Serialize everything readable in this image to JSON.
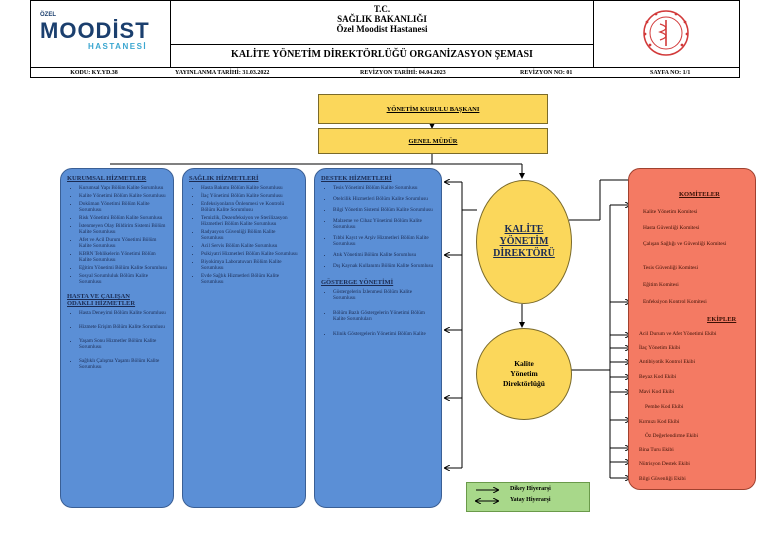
{
  "header": {
    "logo_top": "ÖZEL",
    "logo_main": "MOODİST",
    "logo_sub": "HASTANESİ",
    "title_line1": "T.C.",
    "title_line2": "SAĞLIK BAKANLIĞI",
    "title_line3": "Özel Moodist Hastanesi",
    "doc_title": "KALİTE YÖNETİM DİREKTÖRLÜĞÜ ORGANİZASYON ŞEMASI",
    "kod": "KODU: KY.YD.38",
    "yayin": "YAYINLANMA TARİHİ: 31.03.2022",
    "rev_tarih": "REVİZYON TARİHİ: 04.04.2023",
    "rev_no": "REVİZYON NO: 01",
    "sayfa": "SAYFA NO: 1/1"
  },
  "top": {
    "board": "YÖNETİM KURULU BAŞKANI",
    "gm": "GENEL MÜDÜR"
  },
  "kurumsal": {
    "title": "KURUMSAL HİZMETLER",
    "items": [
      "Kurumsal Yapı Bölüm Kalite Sorumlusu",
      "Kalite Yönetimi Bölüm Kalite Sorumlusu",
      "Doküman Yönetimi Bölüm Kalite Sorumlusu",
      "Risk Yönetimi Bölüm Kalite Sorumlusu",
      "İstenmeyen Olay Bildirim Sistemi Bölüm Kalite Sorumlusu",
      "Afet ve Acil Durum Yönetimi Bölüm Kalite Sorumlusu",
      "KBRN Tehlikelerin Yönetimi Bölüm Kalite Sorumlusu",
      "Eğitim Yönetimi Bölüm Kalite Sorumlusu",
      "Sosyal Sorumluluk Bölüm Kalite Sorumlusu"
    ],
    "title2a": "HASTA VE ÇALIŞAN",
    "title2b": "ODAKLI HİZMETLER",
    "items2": [
      "Hasta Deneyimi Bölüm Kalite Sorumlusu",
      "Hizmete Erişim Bölüm Kalite Sorumlusu",
      "Yaşam Sonu Hizmetler Bölüm Kalite Sorumlusu",
      "Sağlıklı Çalışma Yaşamı Bölüm Kalite Sorumlusu"
    ]
  },
  "saglik": {
    "title": "SAĞLIK HİZMETLERİ",
    "items": [
      "Hasta Bakımı Bölüm Kalite Sorumlusu",
      "İlaç Yönetimi Bölüm Kalite Sorumlusu",
      "Enfeksiyonların Önlenmesi ve Kontrolü Bölüm Kalite Sorumlusu",
      "Temizlik, Dezenfeksiyon ve Sterilizasyon Hizmetleri Bölüm Kalite Sorumlusu",
      "Radyasyon Güvenliği Bölüm Kalite Sorumlusu",
      "Acil Servis Bölüm Kalite Sorumlusu",
      "Psikiyatri Hizmetleri Bölüm Kalite Sorumlusu",
      "Biyokimya Laboratuvarı Bölüm Kalite Sorumlusu",
      "Evde Sağlık Hizmetleri Bölüm Kalite Sorumlusu"
    ]
  },
  "destek": {
    "title": "DESTEK HİZMETLERİ",
    "items": [
      "Tesis Yönetimi Bölüm Kalite Sorumlusu",
      "Otelcilik Hizmetleri Bölüm Kalite Sorumlusu",
      "Bilgi Yönetim Sistemi Bölüm Kalite Sorumlusu",
      "Malzeme ve Cihaz Yönetimi Bölüm Kalite Sorumlusu",
      "Tıbbi Kayıt ve Arşiv Hizmetleri Bölüm Kalite Sorumlusu",
      "Atık Yönetimi Bölüm Kalite Sorumlusu",
      "Dış Kaynak Kullanımı Bölüm Kalite Sorumlusu"
    ],
    "title2": "GÖSTERGE YÖNETİMİ",
    "items2": [
      "Göstergelerin İzlenmesi Bölüm Kalite Sorumlusu",
      "Bölüm Bazlı Göstergelerin Yönetimi Bölüm Kalite Sorumluları",
      "Klinik Göstergelerin Yönetimi Bölüm Kalite"
    ]
  },
  "circle1": {
    "l1": "KALİTE",
    "l2": "YÖNETİM",
    "l3": "DİREKTÖRÜ"
  },
  "circle2": {
    "l1": "Kalite",
    "l2": "Yönetim",
    "l3": "Direktörlüğü"
  },
  "komiteler": {
    "title": "KOMİTELER",
    "items": [
      "Kalite Yönetim Komitesi",
      "Hasta Güvenliği Komitesi",
      "Çalışan Sağlığı ve Güvenliği Komitesi",
      "Tesis Güvenliği Komitesi",
      "Eğitim Komitesi",
      "Enfeksiyon Kontrol Komitesi"
    ],
    "title2": "EKİPLER",
    "items2": [
      "Acil Durum ve Afet Yönetimi Ekibi",
      "İlaç Yönetim Ekibi",
      "Antibiyotik Kontrol Ekibi",
      "Beyaz Kod Ekibi",
      "Mavi Kod Ekibi",
      "Pembe Kod Ekibi",
      "Kırmızı Kod Ekibi",
      "Öz Değerlendirme Ekibi",
      "Bina Turu Ekibi",
      "Nütrisyon Destek Ekibi",
      "Bilgi Güvenliği Ekibi"
    ]
  },
  "legend": {
    "dikey": "Dikey Hiyerarşi",
    "yatay": "Yatay Hiyerarşi"
  }
}
